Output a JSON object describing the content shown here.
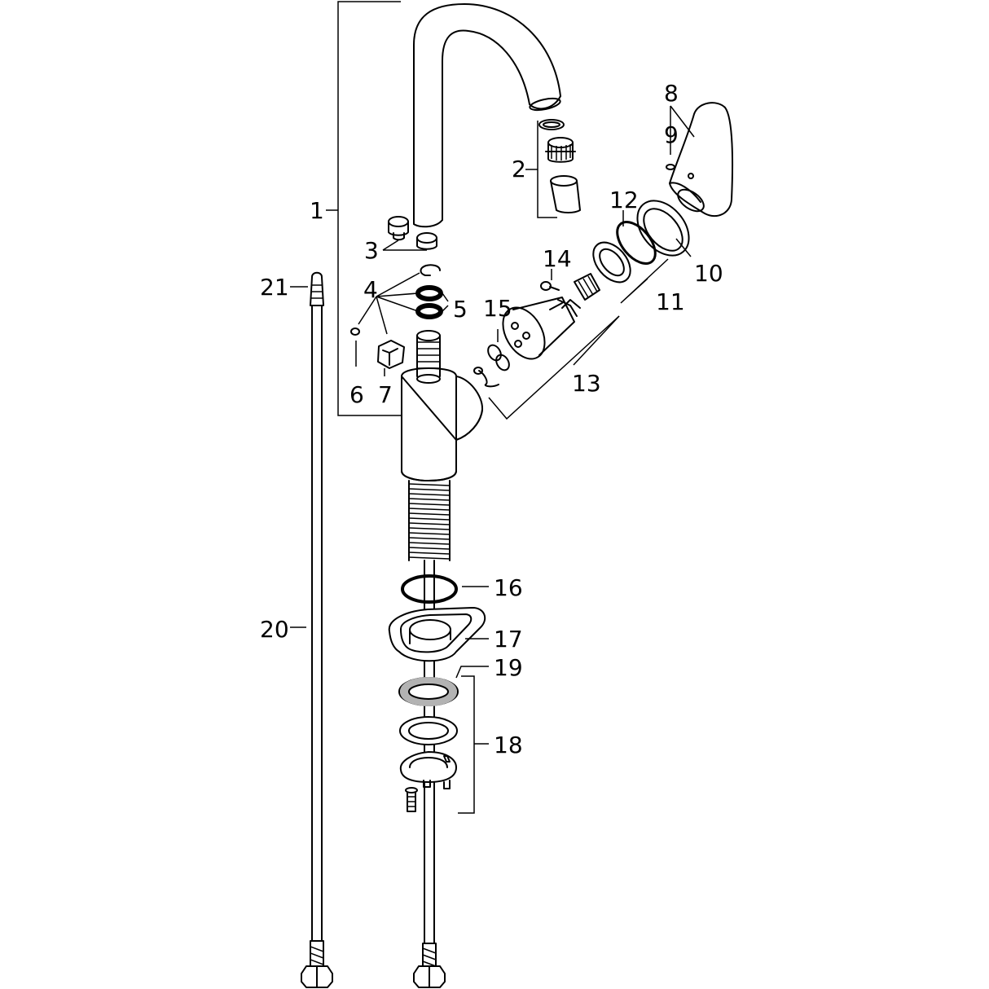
{
  "labels": {
    "p1": "1",
    "p2": "2",
    "p3": "3",
    "p4": "4",
    "p5": "5",
    "p6": "6",
    "p7": "7",
    "p8": "8",
    "p9": "9",
    "p10": "10",
    "p11": "11",
    "p12": "12",
    "p13": "13",
    "p14": "14",
    "p15": "15",
    "p16": "16",
    "p17": "17",
    "p18": "18",
    "p19": "19",
    "p20": "20",
    "p21": "21"
  },
  "colors": {
    "stroke": "#000000",
    "background": "#ffffff",
    "washer_fill": "#b3b3b3"
  }
}
